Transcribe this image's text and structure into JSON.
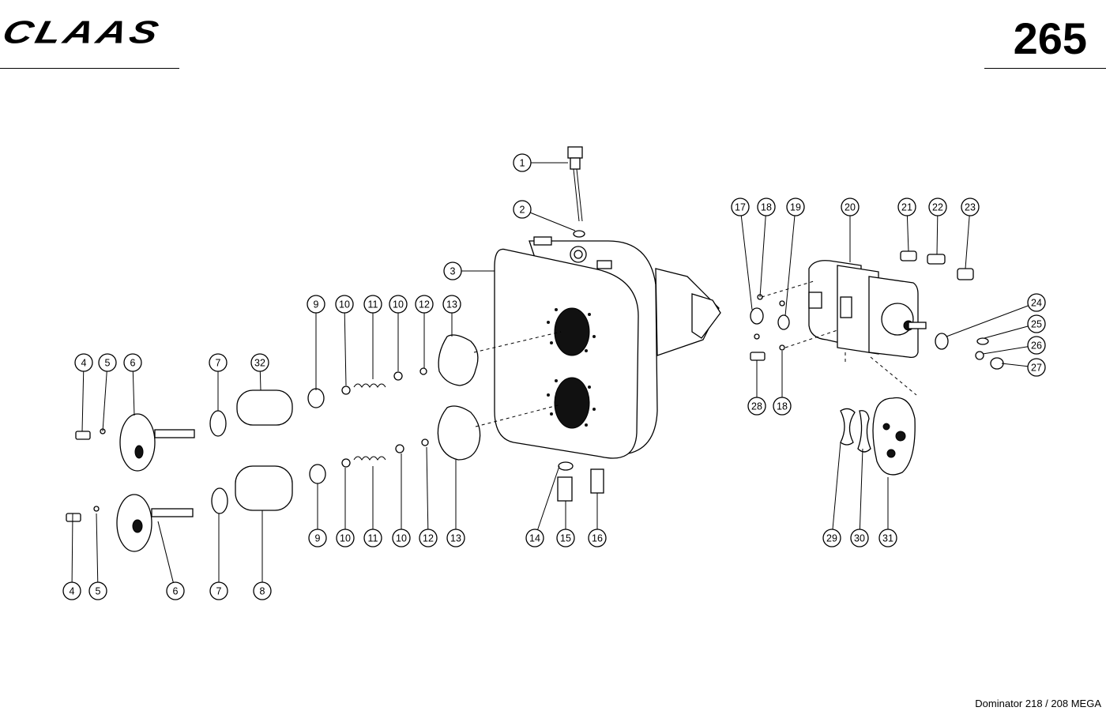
{
  "header": {
    "brand": "CLAAS",
    "page_number": "265"
  },
  "footer": {
    "model": "Dominator 218 / 208 MEGA"
  },
  "callouts": [
    "1",
    "2",
    "3",
    "4",
    "5",
    "6",
    "7",
    "32",
    "9",
    "10",
    "11",
    "10",
    "12",
    "13",
    "4",
    "5",
    "6",
    "7",
    "8",
    "9",
    "10",
    "11",
    "10",
    "12",
    "13",
    "14",
    "15",
    "16",
    "17",
    "18",
    "19",
    "20",
    "21",
    "22",
    "23",
    "24",
    "25",
    "26",
    "27",
    "28",
    "18",
    "29",
    "30",
    "31"
  ],
  "icons": {
    "brand_logo": "claas-logo"
  }
}
